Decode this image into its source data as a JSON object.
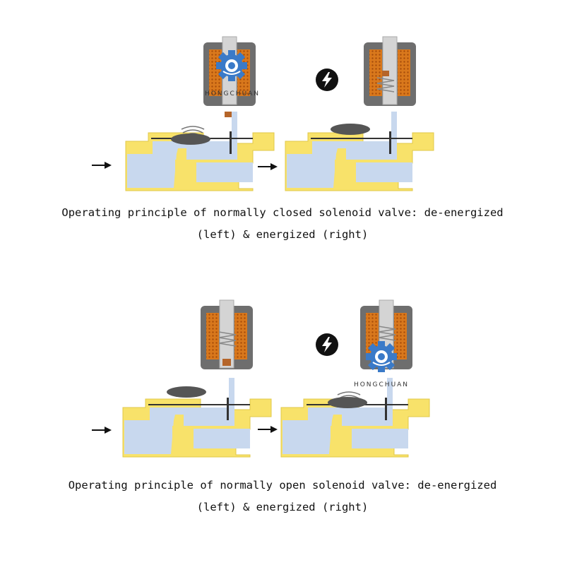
{
  "watermark": {
    "text": "HONGCHUAN",
    "icon": "gear-logo-icon"
  },
  "colors": {
    "brass": "#f8e26a",
    "water": "#c8d8ee",
    "coil": "#d9781c",
    "housing": "#6e6e6e",
    "plunger": "#d4d4d4",
    "diaphragm": "#555555",
    "logo": "#3a7ac8"
  },
  "icons": [
    "arrow-right-icon",
    "lightning-bolt-icon"
  ],
  "captions": {
    "normally_closed_line1": "Operating principle of normally closed solenoid valve: de-energized",
    "normally_closed_line2": "(left) & energized (right)",
    "normally_open_line1": "Operating principle of normally open solenoid valve: de-energized",
    "normally_open_line2": "(left) & energized (right)"
  }
}
